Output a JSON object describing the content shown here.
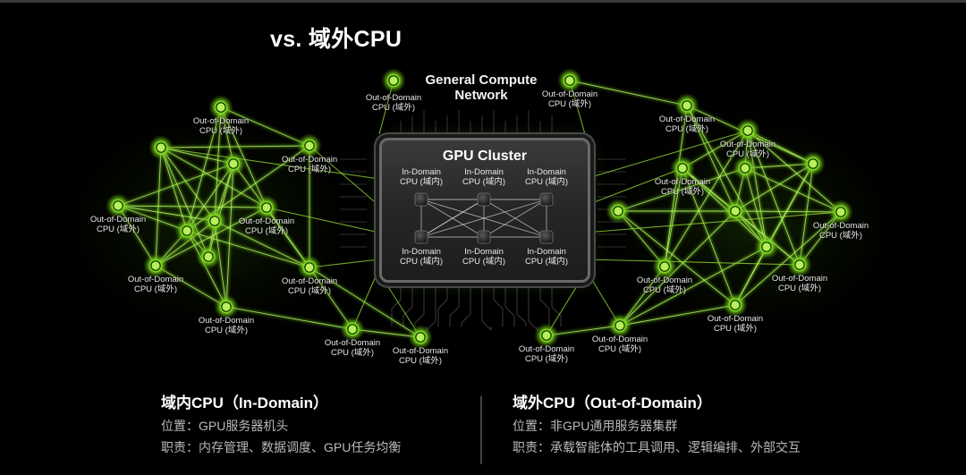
{
  "title": "vs. 域外CPU",
  "network_label": [
    "General Compute",
    "Network"
  ],
  "cluster": {
    "title": "GPU Cluster",
    "nodes": [
      {
        "line1": "In-Domain",
        "line2": "CPU (域内)"
      },
      {
        "line1": "In-Domain",
        "line2": "CPU (域内)"
      },
      {
        "line1": "In-Domain",
        "line2": "CPU (域内)"
      },
      {
        "line1": "In-Domain",
        "line2": "CPU (域内)"
      },
      {
        "line1": "In-Domain",
        "line2": "CPU (域内)"
      },
      {
        "line1": "In-Domain",
        "line2": "CPU (域内)"
      }
    ]
  },
  "outer_nodes_label": {
    "line1": "Out-of-Domain",
    "line2": "CPU (域外)"
  },
  "colors": {
    "background": "#000000",
    "glow_green": "#8CE628",
    "node_core": "#B6F05A",
    "line_green": "#7BD81E"
  },
  "in_domain": {
    "heading": "域内CPU（In-Domain）",
    "location": "位置：GPU服务器机头",
    "duty": "职责：内存管理、数据调度、GPU任务均衡"
  },
  "out_domain": {
    "heading": "域外CPU（Out-of-Domain）",
    "location": "位置：非GPU通用服务器集群",
    "duty": "职责：承载智能体的工具调用、逻辑编排、外部交互"
  }
}
